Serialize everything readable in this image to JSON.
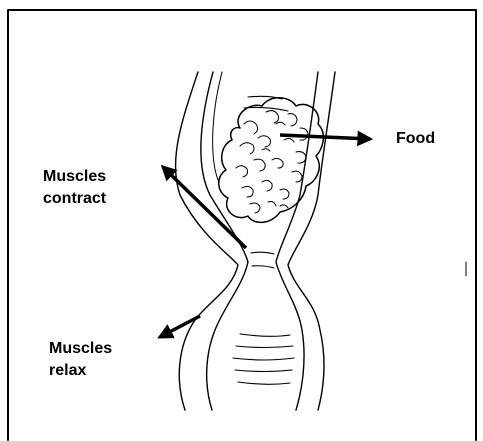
{
  "labels": {
    "food": "Food",
    "muscles_contract": [
      "Muscles",
      "contract"
    ],
    "muscles_relax": [
      "Muscles",
      "relax"
    ]
  },
  "colors": {
    "ink": "#000000",
    "background": "#ffffff"
  }
}
